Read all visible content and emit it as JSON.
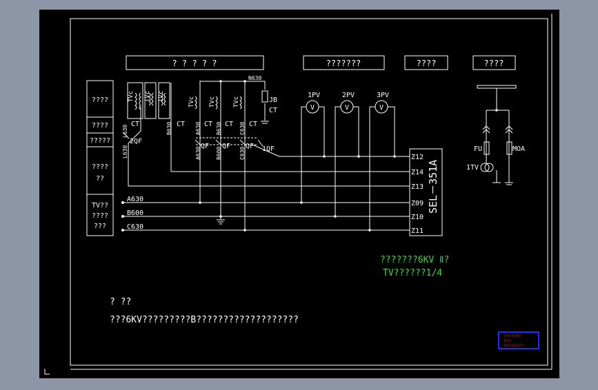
{
  "colors": {
    "background": "#8c96a6",
    "paper": "#000000",
    "line": "#ffffff",
    "note_green": "#33dd33",
    "stamp_blue": "#1a2cff",
    "stamp_red": "#ff2020"
  },
  "header_boxes": [
    "?  ?  ?  ?  ?",
    "???????",
    "????",
    "????"
  ],
  "side_labels": [
    "????",
    "????",
    "?????",
    "????",
    "??",
    "TV??",
    "????",
    "???"
  ],
  "wire_labels": {
    "bus_a": "A630",
    "bus_b": "B600",
    "bus_c": "C630",
    "top": "N630"
  },
  "component_labels": {
    "tv": "TVc",
    "ct": "CT",
    "qf2": "2QF",
    "qf1": "1QF",
    "qf": "QF",
    "jb": "JB",
    "l630": "L630",
    "l630b": "L630",
    "b630": "B630",
    "a630": "A630",
    "b630b": "B630",
    "c630": "C630",
    "a630b": "A630",
    "b600": "B600",
    "c630b": "C630"
  },
  "meters": [
    "1PV",
    "2PV",
    "3PV"
  ],
  "relay": {
    "model": "SEL－351A",
    "terminals": [
      "Z12",
      "Z14",
      "Z13",
      "Z09",
      "Z10",
      "Z11"
    ]
  },
  "right_section": {
    "fu": "FU",
    "moa": "MOA",
    "tv": "1TV"
  },
  "green_notes": [
    "???????6KV Ⅱ?",
    "TV??????1/4"
  ],
  "notes": [
    "?  ??",
    "???6KV?????????B???????????????????"
  ],
  "stamp": [
    "???????",
    "???",
    "????????"
  ]
}
